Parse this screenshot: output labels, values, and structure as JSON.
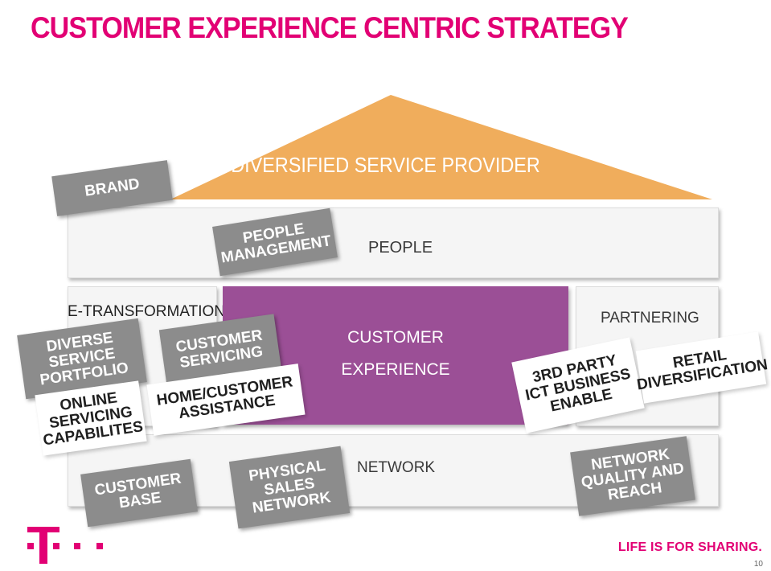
{
  "title": "CUSTOMER EXPERIENCE CENTRIC STRATEGY",
  "roof": {
    "label": "DIVERSIFIED SERVICE PROVIDER",
    "color": "#f0ad5c"
  },
  "bands": {
    "people": "PEOPLE",
    "e_transformation": "E-TRANSFORMATION",
    "partnering": "PARTNERING",
    "network": "NETWORK"
  },
  "center": {
    "line1": "CUSTOMER",
    "line2": "EXPERIENCE",
    "color": "#9b4f96"
  },
  "tags": {
    "brand": "BRAND",
    "people_management": [
      "PEOPLE",
      "MANAGEMENT"
    ],
    "diverse_service_portfolio": [
      "DIVERSE",
      "SERVICE",
      "PORTFOLIO"
    ],
    "online_servicing": [
      "ONLINE",
      "SERVICING",
      "CAPABILITES"
    ],
    "customer_servicing": [
      "CUSTOMER",
      "SERVICING"
    ],
    "home_assistance": [
      "HOME/CUSTOMER",
      "ASSISTANCE"
    ],
    "third_party": [
      "3RD PARTY",
      "ICT BUSINESS",
      "ENABLE"
    ],
    "retail": [
      "RETAIL",
      "DIVERSIFICATION"
    ],
    "customer_base": [
      "CUSTOMER",
      "BASE"
    ],
    "physical_sales": [
      "PHYSICAL",
      "SALES",
      "NETWORK"
    ],
    "network_quality": [
      "NETWORK",
      "QUALITY AND",
      "REACH"
    ]
  },
  "footer": {
    "slogan": "LIFE IS FOR SHARING.",
    "page": "10",
    "brand_color": "#e20074"
  }
}
